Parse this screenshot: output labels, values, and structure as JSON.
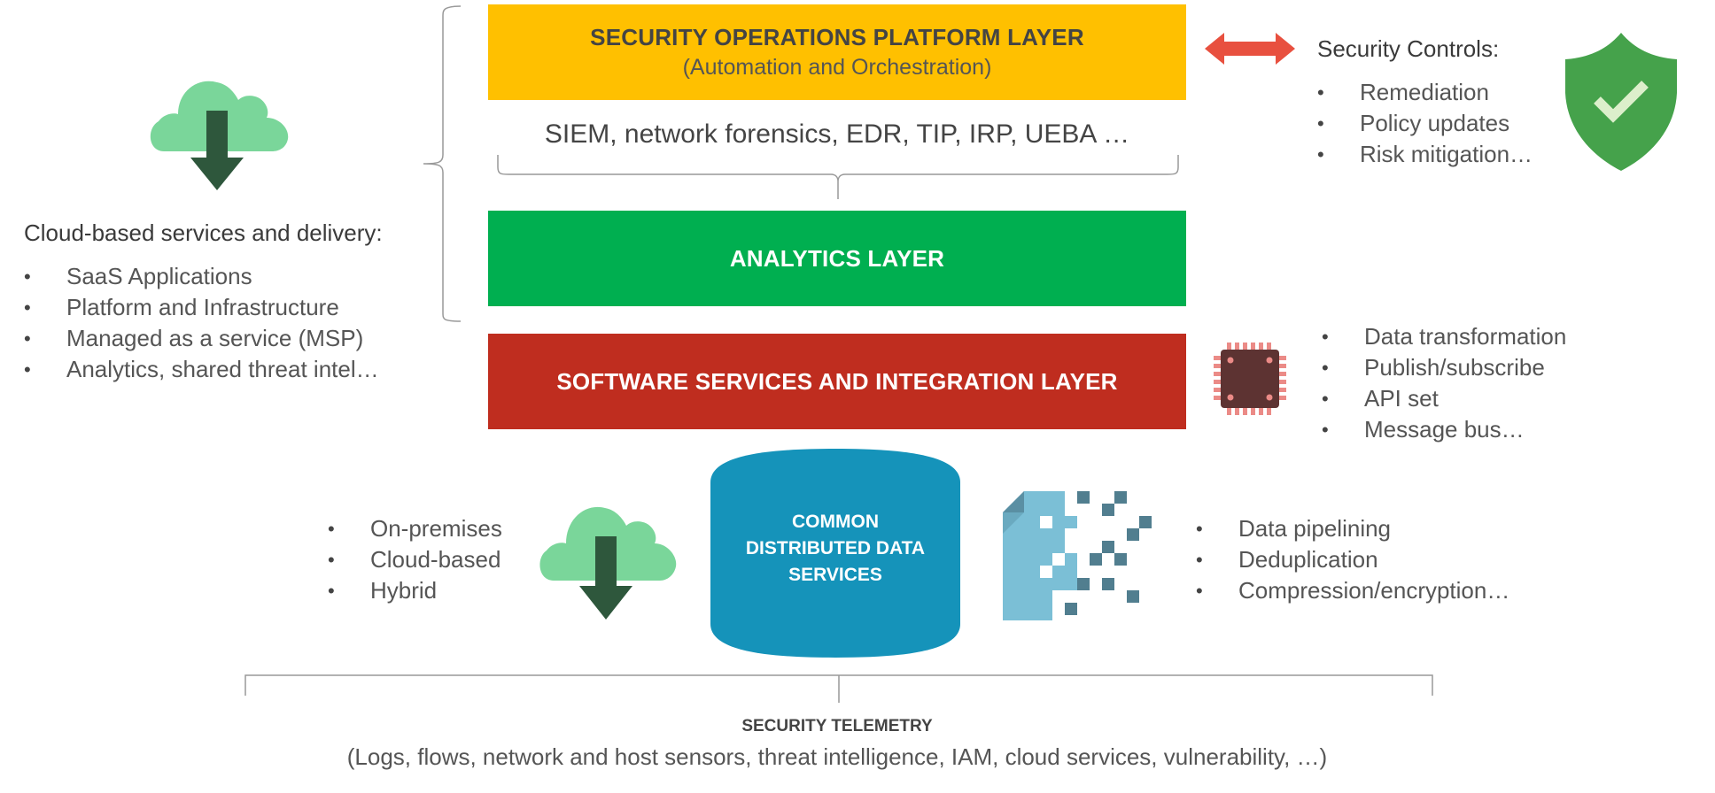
{
  "colors": {
    "ops_layer": "#FFC000",
    "analytics_layer": "#00AF50",
    "software_layer": "#BF2D1F",
    "data_services": "#1593BA",
    "cloud": "#7AD69A",
    "arrow_dark": "#2E573C",
    "double_arrow": "#E8503F",
    "shield": "#45A24B",
    "chip": "#5D3332",
    "chip_pins": "#EB8B87",
    "bracket": "#999999"
  },
  "left_panel": {
    "icon": "cloud-download-icon",
    "heading": "Cloud-based services and delivery:",
    "items": [
      "SaaS Applications",
      "Platform and Infrastructure",
      "Managed as a service (MSP)",
      "Analytics, shared threat intel…"
    ]
  },
  "layers": {
    "ops": {
      "title": "SECURITY OPERATIONS PLATFORM LAYER",
      "subtitle": "(Automation and Orchestration)"
    },
    "tools": "SIEM, network forensics, EDR, TIP, IRP, UEBA …",
    "analytics": {
      "title": "ANALYTICS LAYER"
    },
    "software": {
      "title": "SOFTWARE SERVICES AND INTEGRATION LAYER"
    }
  },
  "security_controls": {
    "icon_left": "double-arrow-icon",
    "icon_right": "shield-check-icon",
    "heading": "Security Controls:",
    "items": [
      "Remediation",
      "Policy updates",
      "Risk mitigation…"
    ]
  },
  "integration": {
    "icon": "chip-icon",
    "items": [
      "Data transformation",
      "Publish/subscribe",
      "API set",
      "Message bus…"
    ]
  },
  "deployment": {
    "icon": "cloud-download-icon",
    "items": [
      "On-premises",
      "Cloud-based",
      "Hybrid"
    ]
  },
  "data_services": {
    "lines": [
      "COMMON",
      "DISTRIBUTED DATA",
      "SERVICES"
    ]
  },
  "data_processing": {
    "icon": "data-pixel-file-icon",
    "items": [
      "Data pipelining",
      "Deduplication",
      "Compression/encryption…"
    ]
  },
  "telemetry": {
    "title": "SECURITY TELEMETRY",
    "subtitle": "(Logs, flows, network and host sensors, threat intelligence, IAM, cloud services, vulnerability, …)"
  }
}
